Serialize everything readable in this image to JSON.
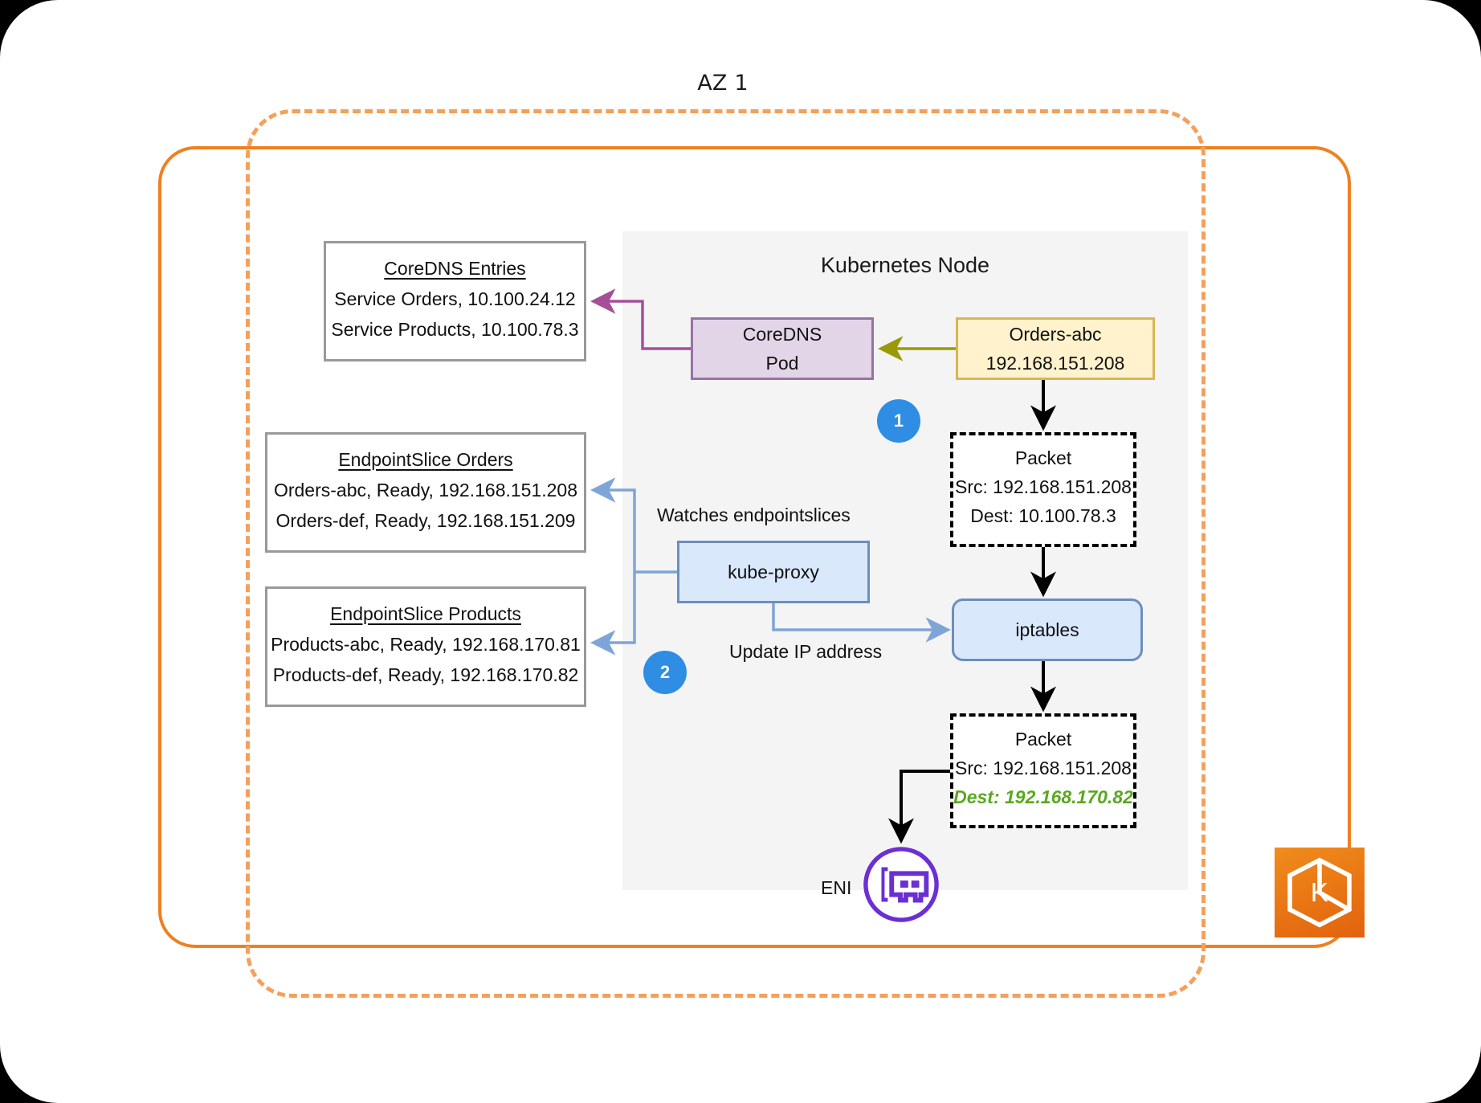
{
  "diagram": {
    "az_label": "AZ 1",
    "node_title": "Kubernetes Node"
  },
  "coredns_entries": {
    "title": "CoreDNS Entries",
    "lines": [
      "Service Orders, 10.100.24.12",
      "Service Products, 10.100.78.3"
    ]
  },
  "endpointslice_orders": {
    "title": "EndpointSlice Orders",
    "lines": [
      "Orders-abc, Ready, 192.168.151.208",
      "Orders-def, Ready, 192.168.151.209"
    ]
  },
  "endpointslice_products": {
    "title": "EndpointSlice Products",
    "lines": [
      "Products-abc, Ready, 192.168.170.81",
      "Products-def, Ready, 192.168.170.82"
    ]
  },
  "coredns_pod": {
    "line1": "CoreDNS",
    "line2": "Pod"
  },
  "orders_pod": {
    "line1": "Orders-abc",
    "line2": "192.168.151.208"
  },
  "kube_proxy": {
    "label": "kube-proxy"
  },
  "iptables": {
    "label": "iptables"
  },
  "packet_before": {
    "title": "Packet",
    "src": "Src: 192.168.151.208",
    "dest": "Dest: 10.100.78.3"
  },
  "packet_after": {
    "title": "Packet",
    "src": "Src: 192.168.151.208",
    "dest": "Dest: 192.168.170.82"
  },
  "labels": {
    "watches": "Watches endpointslices",
    "update": "Update IP address",
    "eni": "ENI"
  },
  "badges": {
    "one": "1",
    "two": "2"
  },
  "colors": {
    "vpc_border": "#ef8020",
    "az_border": "#f5a05a",
    "node_panel": "#f4f4f4",
    "coredns_fill": "#e1d5e7",
    "coredns_stroke": "#9673a6",
    "pod_fill": "#fff2cc",
    "pod_stroke": "#d6b656",
    "blue_fill": "#dae8fc",
    "blue_stroke": "#6c8ebf",
    "badge": "#2f8de4",
    "highlight_green": "#5aa81e",
    "dns_arrow": "#a54f9b",
    "query_arrow": "#9a9a08",
    "proxy_arrow": "#7fa5d8",
    "eni_purple": "#6b2fd4",
    "eks_orange": "#e2700f"
  }
}
